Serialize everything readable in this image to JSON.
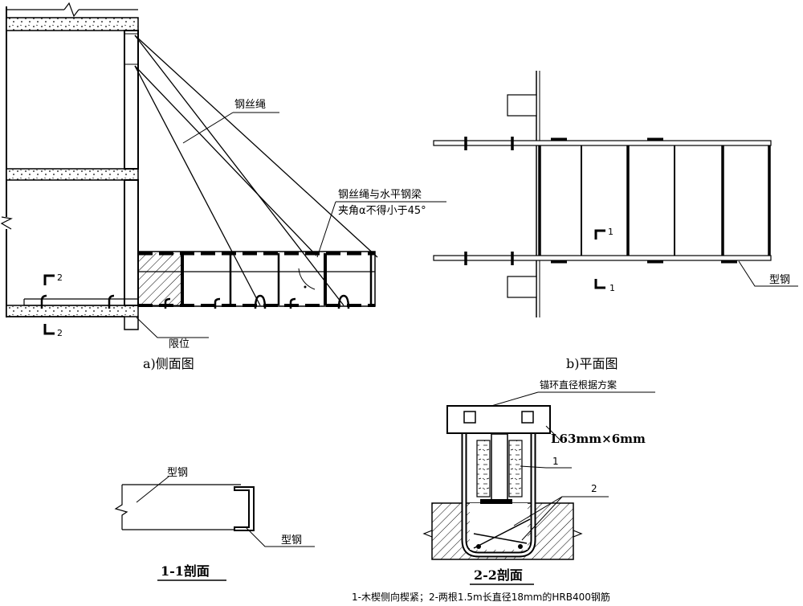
{
  "side_view": {
    "label_wire_rope": "钢丝绳",
    "label_angle_line1": "钢丝绳与水平钢梁",
    "label_angle_line2": "夹角α不得小于45°",
    "label_limit": "限位",
    "sec2_top": "2",
    "sec2_bottom": "2",
    "caption": "a)侧面图"
  },
  "plan_view": {
    "label_steel": "型钢",
    "sec1_top": "1",
    "sec1_bottom": "1",
    "caption": "b)平面图"
  },
  "section_1_1": {
    "label_steel_top": "型钢",
    "label_steel_bottom": "型钢",
    "caption": "1-1剖面"
  },
  "section_2_2": {
    "label_anchor": "锚环直径根据方案",
    "label_angle_size": "L63mm×6mm",
    "label_1": "1",
    "label_2": "2",
    "caption": "2-2剖面"
  },
  "footnote": "1-木楔侧向楔紧；2-两根1.5m长直径18mm的HRB400钢筋"
}
